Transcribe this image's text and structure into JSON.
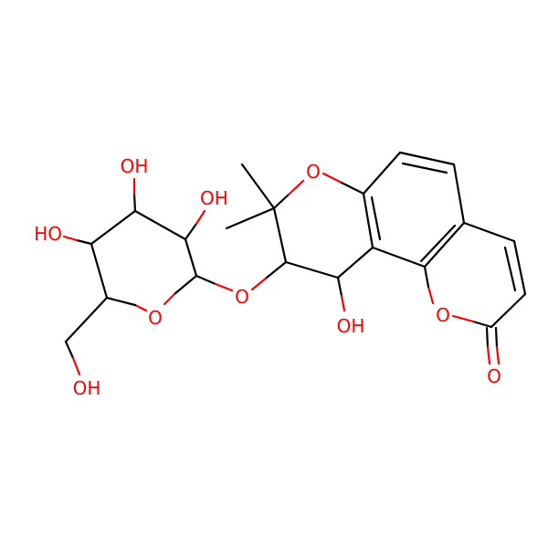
{
  "colors": {
    "bond": "#000000",
    "oxygen": "#ff0000",
    "background": "#ffffff"
  },
  "atoms": {
    "oh_top": "OH",
    "oh_upper_right": "OH",
    "ho_left": "HO",
    "ring_oxygen_sugar": "O",
    "glycosidic_oxygen": "O",
    "pyran_oxygen": "O",
    "lactone_oxygen": "O",
    "carbonyl_oxygen": "O",
    "oh_benzylic": "OH",
    "oh_hydroxymethyl": "OH"
  }
}
